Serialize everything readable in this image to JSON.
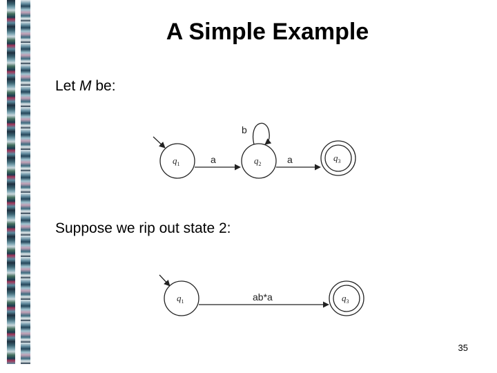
{
  "slide": {
    "title": "A Simple Example",
    "intro_prefix": "Let ",
    "intro_var": "M",
    "intro_suffix": " be:",
    "rip_text": "Suppose we rip out state 2:",
    "page_number": "35"
  },
  "diagram_original": {
    "states": [
      {
        "name": "q",
        "sub": "1",
        "start": true,
        "accept": false
      },
      {
        "name": "q",
        "sub": "2",
        "start": false,
        "accept": false
      },
      {
        "name": "q",
        "sub": "3",
        "start": false,
        "accept": true
      }
    ],
    "transitions": [
      {
        "from": "q1",
        "to": "q2",
        "label": "a"
      },
      {
        "from": "q2",
        "to": "q2",
        "label": "b"
      },
      {
        "from": "q2",
        "to": "q3",
        "label": "a"
      }
    ]
  },
  "diagram_ripped": {
    "states": [
      {
        "name": "q",
        "sub": "1",
        "start": true,
        "accept": false
      },
      {
        "name": "q",
        "sub": "3",
        "start": false,
        "accept": true
      }
    ],
    "transitions": [
      {
        "from": "q1",
        "to": "q3",
        "label": "ab*a"
      }
    ]
  }
}
